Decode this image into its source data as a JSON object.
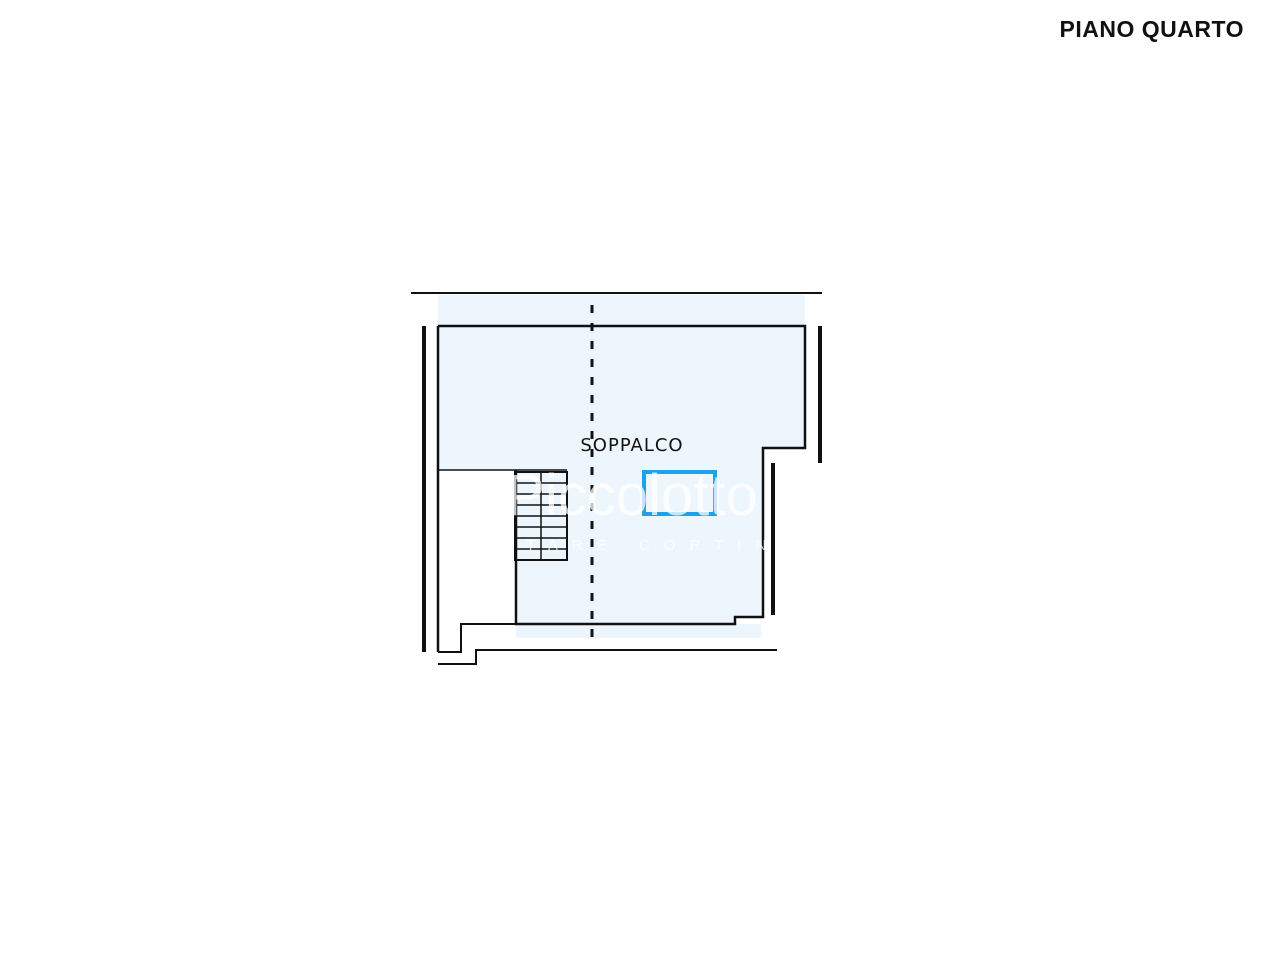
{
  "header": {
    "title": "PIANO QUARTO"
  },
  "plan": {
    "rooms": [
      {
        "label": "SOPPALCO"
      }
    ],
    "highlight_color": "#1da1e8",
    "floor_color": "#eef6fd"
  },
  "watermark": {
    "brand": "Piccolotto",
    "tagline": "ABITARE CORTINA"
  }
}
